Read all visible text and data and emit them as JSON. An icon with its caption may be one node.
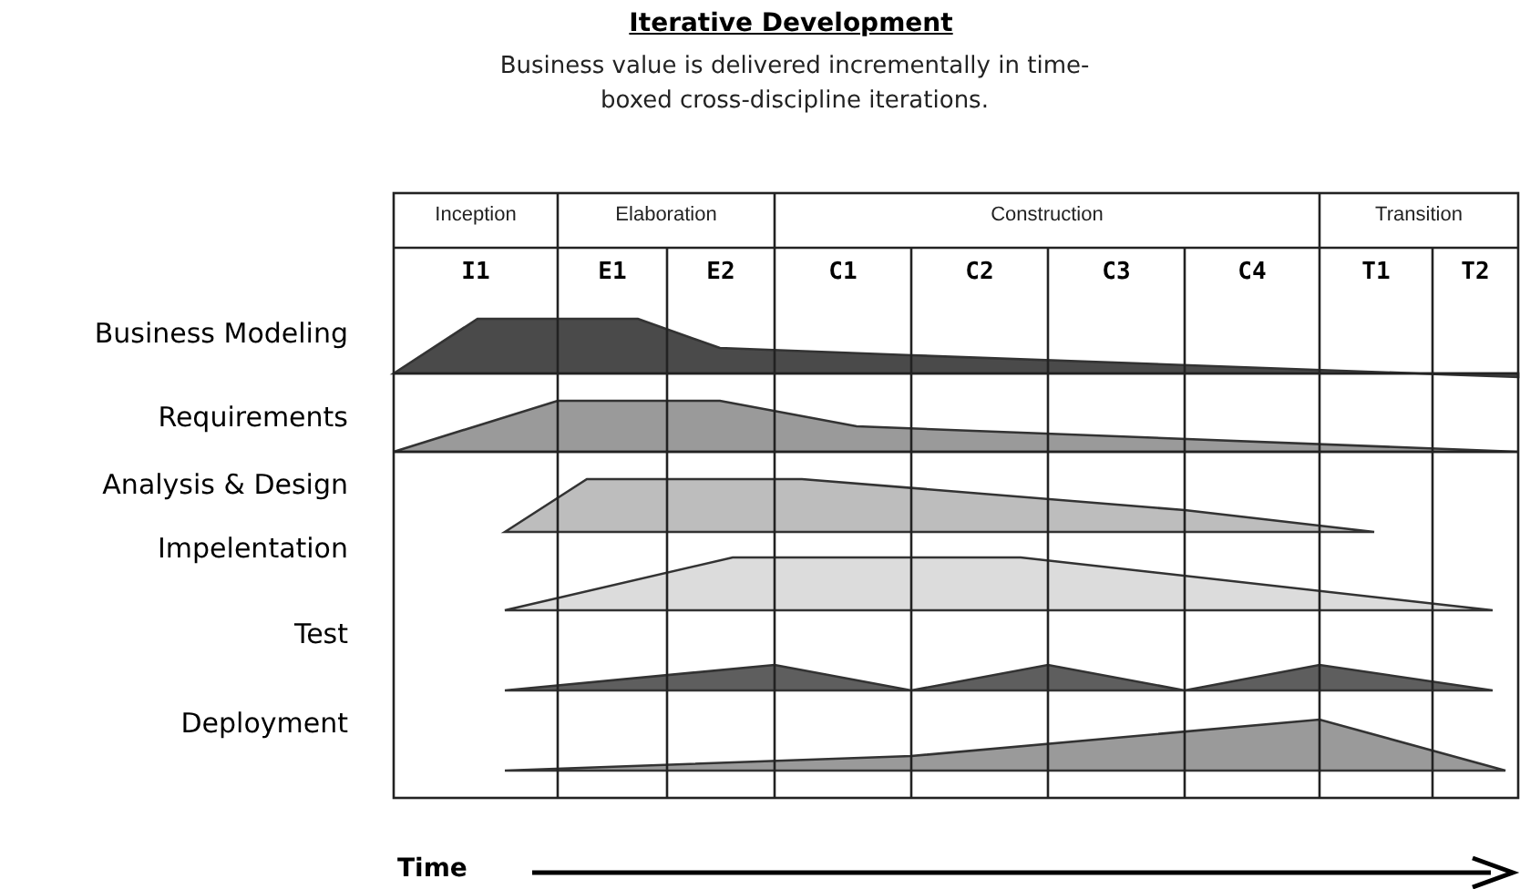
{
  "diagram": {
    "title": "Iterative Development",
    "labels": [
      "Business value is delivered incrementally in time-boxed cross-discipline iterations.",
      "Inception",
      "Elaboration",
      "Construction",
      "Transition",
      "I1",
      "E1",
      "E2",
      "C1",
      "C2",
      "C3",
      "C4",
      "T1",
      "T2",
      "Business Modeling",
      "Requirements",
      "Analysis & Design",
      "Impelentation",
      "Test",
      "Deployment",
      "Time"
    ]
  }
}
